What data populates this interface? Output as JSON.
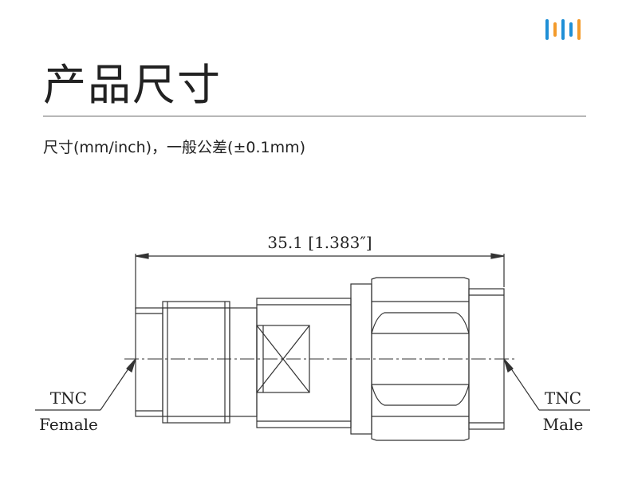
{
  "header": {
    "title": "产品尺寸",
    "subtitle": "尺寸(mm/inch)，一般公差(±0.1mm)"
  },
  "logo": {
    "icon": "brand-bars-icon",
    "colors": [
      "#1f8fd6",
      "#f39a2b",
      "#1f8fd6",
      "#1f8fd6",
      "#f39a2b"
    ]
  },
  "drawing": {
    "dimension": "35.1 [1.383″]",
    "left_label_line1": "TNC",
    "left_label_line2": "Female",
    "right_label_line1": "TNC",
    "right_label_line2": "Male"
  }
}
